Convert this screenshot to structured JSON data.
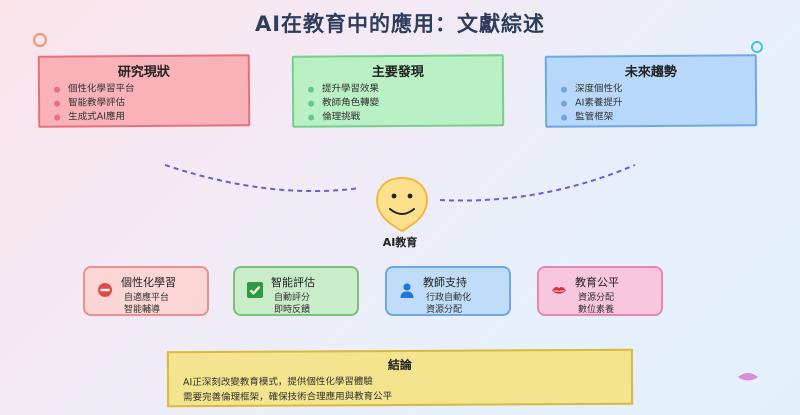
{
  "title": "AI在教育中的應用：文獻綜述",
  "top_boxes": [
    {
      "title": "研究現狀",
      "items": [
        "個性化學習平台",
        "智能教學評估",
        "生成式AI應用"
      ],
      "bg": "#f8b2b8",
      "border": "#e8707b",
      "dot": "#e8707b"
    },
    {
      "title": "主要發現",
      "items": [
        "提升學習效果",
        "教師角色轉變",
        "倫理挑戰"
      ],
      "bg": "#b9f1c4",
      "border": "#79cd8d",
      "dot": "#6cc784"
    },
    {
      "title": "未來趨勢",
      "items": [
        "深度個性化",
        "AI素養提升",
        "監管框架"
      ],
      "bg": "#b8d8fb",
      "border": "#6ea6e6",
      "dot": "#6ea6e6"
    }
  ],
  "center": {
    "label": "AI教育"
  },
  "cards": [
    {
      "title": "個性化學習",
      "lines": [
        "自適應平台",
        "智能輔導"
      ],
      "icon": "no-entry-icon",
      "bg": "#fcd5d5",
      "border": "#ec8f8f"
    },
    {
      "title": "智能評估",
      "lines": [
        "自動評分",
        "即時反饋"
      ],
      "icon": "check-mark-icon",
      "bg": "#c9ecc9",
      "border": "#7dc07d"
    },
    {
      "title": "教師支持",
      "lines": [
        "行政自動化",
        "資源分配"
      ],
      "icon": "person-icon",
      "bg": "#bfdcf8",
      "border": "#6ea6e6"
    },
    {
      "title": "教育公平",
      "lines": [
        "資源分配",
        "數位素養"
      ],
      "icon": "lips-icon",
      "bg": "#f9c7dd",
      "border": "#e786b0"
    }
  ],
  "conclusion": {
    "title": "結論",
    "lines": [
      "AI正深刻改變教育模式，提供個性化學習體驗",
      "需要完善倫理框架，確保技術合理應用與教育公平"
    ]
  }
}
